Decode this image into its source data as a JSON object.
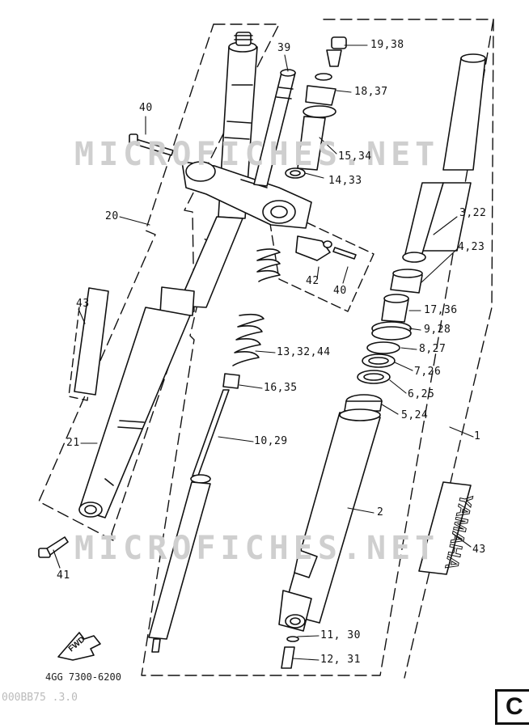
{
  "watermark": "MICROFICHES.NET",
  "callouts": {
    "c19_38": "19,38",
    "c39": "39",
    "c18_37": "18,37",
    "c40a": "40",
    "c15_34": "15,34",
    "c14_33": "14,33",
    "c20": "20",
    "c3_22": "3,22",
    "c4_23": "4,23",
    "c42": "42",
    "c40b": "40",
    "c43a": "43",
    "c17_36": "17,36",
    "c9_28": "9,28",
    "c13_32_44": "13,32,44",
    "c8_27": "8,27",
    "c7_26": "7,26",
    "c16_35": "16,35",
    "c6_25": "6,25",
    "c5_24": "5,24",
    "c1": "1",
    "c10_29": "10,29",
    "c21": "21",
    "c2": "2",
    "c43b": "43",
    "c41": "41",
    "c11_30": "11, 30",
    "c12_31": "12, 31"
  },
  "emblem_text": "YAMAHA",
  "fwd_text": "FWD",
  "diagram_code": "4GG 7300-6200",
  "film_code": "000BB75 .3.0",
  "corner_letter": "C"
}
